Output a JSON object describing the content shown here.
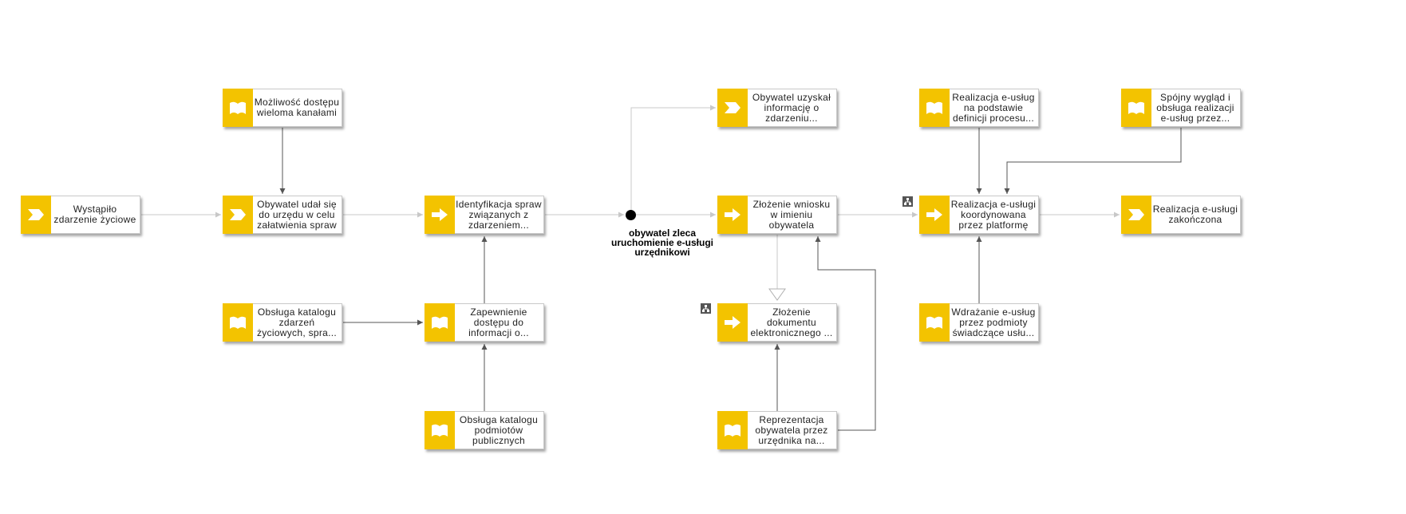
{
  "diagram": {
    "nodes": [
      {
        "id": "n1",
        "type": "event",
        "label": "Wystąpiło zdarzenie życiowe"
      },
      {
        "id": "n2",
        "type": "event",
        "label": "Obywatel udał się do urzędu w celu załatwienia spraw"
      },
      {
        "id": "n3",
        "type": "process",
        "label": "Identyfikacja spraw związanych z zdarzeniem..."
      },
      {
        "id": "n4",
        "type": "event",
        "label": "Obywatel uzyskał informację o zdarzeniu..."
      },
      {
        "id": "n5",
        "type": "process",
        "label": "Złożenie wniosku w imieniu obywatela"
      },
      {
        "id": "n6",
        "type": "process",
        "label": "Realizacja e-usługi koordynowana przez platformę"
      },
      {
        "id": "n7",
        "type": "event",
        "label": "Realizacja e-usługi zakończona"
      },
      {
        "id": "n8",
        "type": "requirement",
        "label": "Możliwość dostępu wieloma kanałami"
      },
      {
        "id": "n9",
        "type": "requirement",
        "label": "Obsługa katalogu zdarzeń życiowych, spra..."
      },
      {
        "id": "n10",
        "type": "requirement",
        "label": "Zapewnienie dostępu do informacji o..."
      },
      {
        "id": "n11",
        "type": "requirement",
        "label": "Obsługa katalogu podmiotów publicznych"
      },
      {
        "id": "n12",
        "type": "process",
        "label": "Złożenie dokumentu elektronicznego ..."
      },
      {
        "id": "n13",
        "type": "requirement",
        "label": "Reprezentacja obywatela przez urzędnika na..."
      },
      {
        "id": "n14",
        "type": "requirement",
        "label": "Realizacja e-usług na podstawie definicji procesu..."
      },
      {
        "id": "n15",
        "type": "requirement",
        "label": "Spójny wygląd i obsługa realizacji e-usług przez..."
      },
      {
        "id": "n16",
        "type": "requirement",
        "label": "Wdrażanie e-usług przez podmioty świadczące usłu..."
      }
    ],
    "split_caption": "obywatel zleca uruchomienie e-usługi urzędnikowi",
    "icon_names": {
      "event": "event-chevron-icon",
      "process": "process-arrow-icon",
      "requirement": "requirement-flag-icon",
      "subprocess": "subprocess-hierarchy-icon"
    },
    "colors": {
      "tab": "#f3c300",
      "flow_edge": "#c8c8c8",
      "link_edge": "#555555",
      "split_dot": "#000000"
    }
  }
}
